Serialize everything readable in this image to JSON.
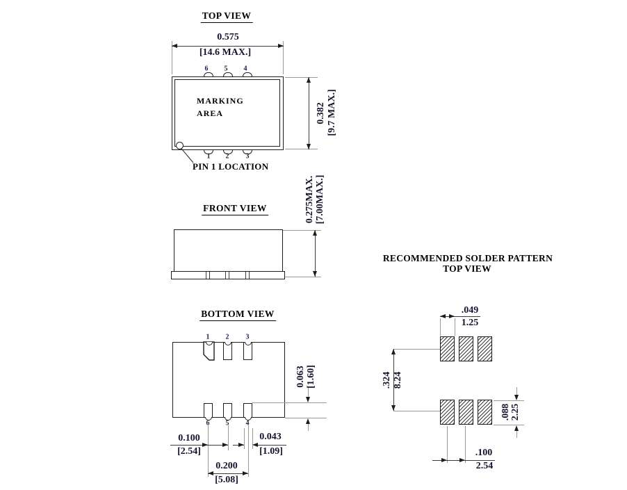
{
  "top_view": {
    "title": "TOP VIEW",
    "pins_top": [
      "6",
      "5",
      "4"
    ],
    "pins_bottom": [
      "1",
      "2",
      "3"
    ],
    "marking_line1": "MARKING",
    "marking_line2": "AREA",
    "pin1_label": "PIN 1 LOCATION",
    "dim_width": {
      "inch": "0.575",
      "mm": "[14.6 MAX.]"
    },
    "dim_height": {
      "inch": "0.382",
      "mm": "[9.7 MAX.]"
    }
  },
  "front_view": {
    "title": "FRONT VIEW",
    "dim_height": {
      "inch": "0.275MAX.",
      "mm": "[7.00MAX.]"
    }
  },
  "bottom_view": {
    "title": "BOTTOM VIEW",
    "pins_top": [
      "1",
      "2",
      "3"
    ],
    "pins_bottom": [
      "6",
      "5",
      "4"
    ],
    "dim_pin_length": {
      "inch": "0.063",
      "mm": "[1.60]"
    },
    "dim_pitch": {
      "inch": "0.100",
      "mm": "[2.54]"
    },
    "dim_span": {
      "inch": "0.200",
      "mm": "[5.08]"
    },
    "dim_pin_width": {
      "inch": "0.043",
      "mm": "[1.09]"
    }
  },
  "solder_pattern": {
    "title_line1": "RECOMMENDED SOLDER PATTERN",
    "title_line2": "TOP VIEW",
    "dim_pad_width": {
      "inch": ".049",
      "mm": "1.25"
    },
    "dim_row_spacing": {
      "inch": ".324",
      "mm": "8.24"
    },
    "dim_pad_height": {
      "inch": ".088",
      "mm": "2.25"
    },
    "dim_pitch": {
      "inch": ".100",
      "mm": "2.54"
    }
  },
  "colors": {
    "line": "#1c1c1c",
    "extension_line": "#9a9a9a",
    "text": "#14142e"
  }
}
